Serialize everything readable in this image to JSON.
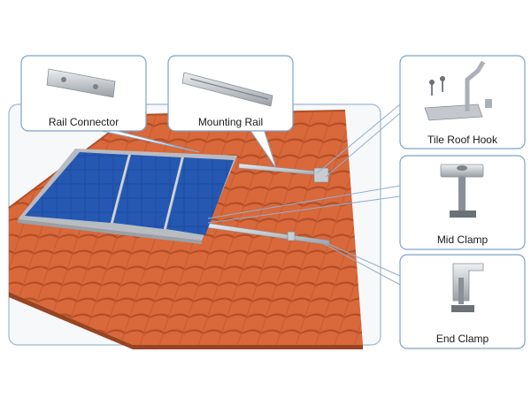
{
  "callouts": {
    "rail_connector": "Rail Connector",
    "mounting_rail": "Mounting Rail",
    "tile_roof_hook": "Tile Roof Hook",
    "mid_clamp": "Mid Clamp",
    "end_clamp": "End Clamp"
  },
  "colors": {
    "panel_frame": "#b7bcc2",
    "panel_cell": "#1f4fa3",
    "panel_cell_dark": "#173e86",
    "roof_tile": "#d9683a",
    "roof_tile_dark": "#b14e27",
    "callout_border": "#7fa3c6",
    "metal": "#c9cdd2"
  }
}
